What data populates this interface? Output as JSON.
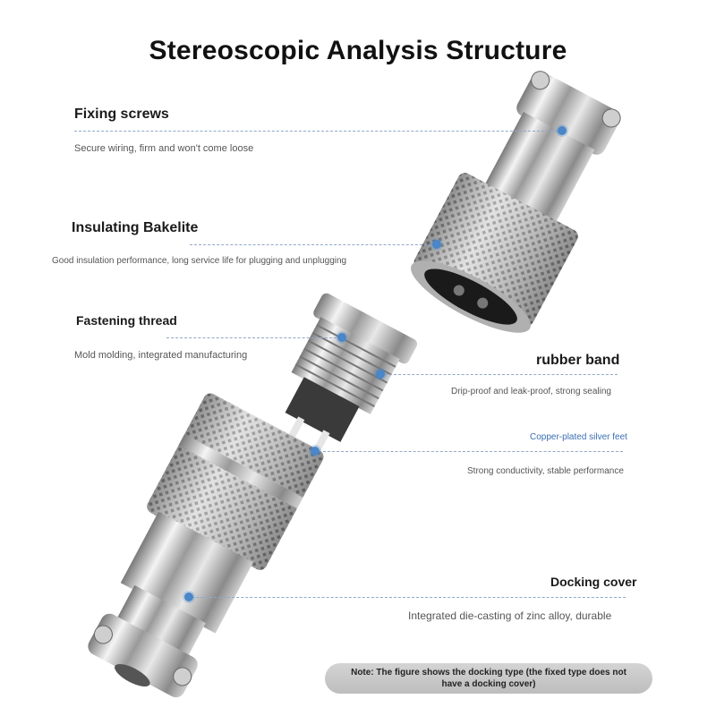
{
  "title": "Stereoscopic Analysis Structure",
  "labels": {
    "fixing_screws": {
      "heading": "Fixing screws",
      "desc": "Secure wiring, firm and won't come loose"
    },
    "insulating_bakelite": {
      "heading": "Insulating Bakelite",
      "desc": "Good insulation performance, long service life for plugging and unplugging"
    },
    "fastening_thread": {
      "heading": "Fastening thread",
      "desc": "Mold molding, integrated manufacturing"
    },
    "rubber_band": {
      "heading": "rubber band",
      "desc": "Drip-proof and leak-proof, strong sealing"
    },
    "copper_feet": {
      "heading": "Copper-plated silver feet",
      "desc": "Strong conductivity, stable performance"
    },
    "docking_cover": {
      "heading": "Docking cover",
      "desc": "Integrated die-casting of zinc alloy, durable"
    }
  },
  "note": "Note: The figure shows the docking type (the fixed type does not have a docking cover)",
  "colors": {
    "accent_dot": "#4a86c8",
    "leader_line": "#8fa8c8",
    "note_bg": "#c8c8c8"
  }
}
